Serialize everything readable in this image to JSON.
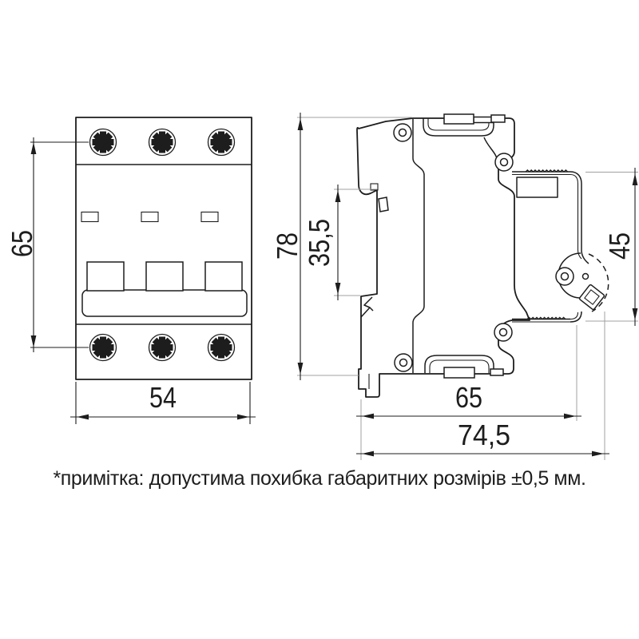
{
  "front_view": {
    "width_label": "54",
    "height_label": "65"
  },
  "side_view": {
    "height_label": "78",
    "front_section_label": "35,5",
    "din_zone_label": "45",
    "depth_label": "65",
    "total_depth_label": "74,5"
  },
  "note": "*примітка: допустима похибка габаритних розмірів ±0,5 мм.",
  "colors": {
    "outline": "#1d1d1d",
    "dimension": "#1d1d1d",
    "extension": "#a0a0a0",
    "background": "#ffffff"
  }
}
